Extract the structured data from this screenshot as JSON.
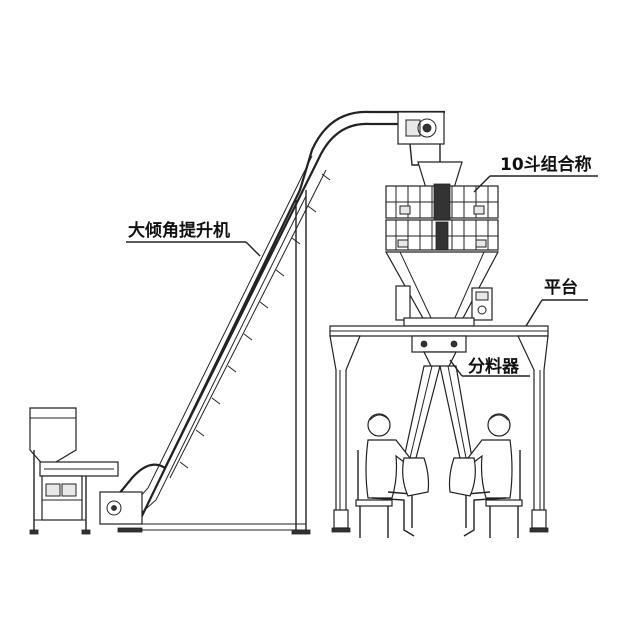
{
  "labels": {
    "elevator": "大倾角提升机",
    "weigher": "10斗组合称",
    "platform": "平台",
    "distributor": "分料器"
  }
}
